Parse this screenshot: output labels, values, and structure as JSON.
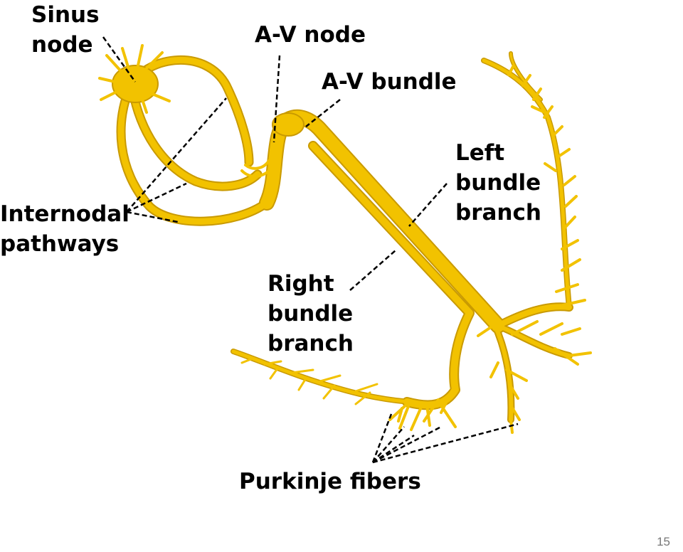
{
  "labels": {
    "sinus_node": [
      "Sinus",
      "node"
    ],
    "av_node": "A-V node",
    "av_bundle": "A-V bundle",
    "left_bundle_branch": [
      "Left",
      "bundle",
      "branch"
    ],
    "internodal_pathways": [
      "Internodal",
      "pathways"
    ],
    "right_bundle_branch": [
      "Right",
      "bundle",
      "branch"
    ],
    "purkinje_fibers": "Purkinje fibers"
  },
  "page_number": "15",
  "colors": {
    "conduction_fill": "#F2C200",
    "conduction_outline": "#C99A00",
    "leader_lines": "#000000"
  }
}
